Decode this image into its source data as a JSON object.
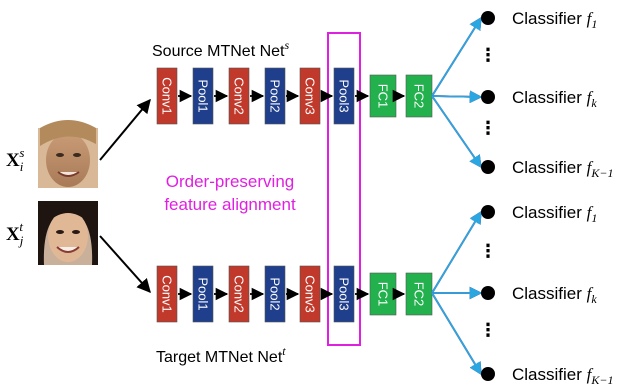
{
  "source_title": "Source MTNet Net",
  "source_sup": "s",
  "target_title": "Target MTNet Net",
  "target_sup": "t",
  "source_input": {
    "base": "X",
    "sub": "i",
    "sup": "s"
  },
  "target_input": {
    "base": "X",
    "sub": "j",
    "sup": "t"
  },
  "alignment_line1": "Order-preserving",
  "alignment_line2": "feature alignment",
  "layers": [
    "Conv1",
    "Pool1",
    "Conv2",
    "Pool2",
    "Conv3",
    "Pool3",
    "FC1",
    "FC2"
  ],
  "classifier_word": "Classifier",
  "classifiers": [
    {
      "f": "f",
      "sub": "1"
    },
    {
      "f": "f",
      "sub": "k"
    },
    {
      "f": "f",
      "sub": "K−1"
    }
  ],
  "ellipsis": "⋮",
  "colors": {
    "conv": "#c0392b",
    "pool": "#1f3f8c",
    "fc": "#22b14c",
    "alignment": "#e020e0",
    "arrow_red": "#e0201a",
    "arrow_purple": "#7a3fb0",
    "arrow_blue": "#2aa7e0"
  }
}
